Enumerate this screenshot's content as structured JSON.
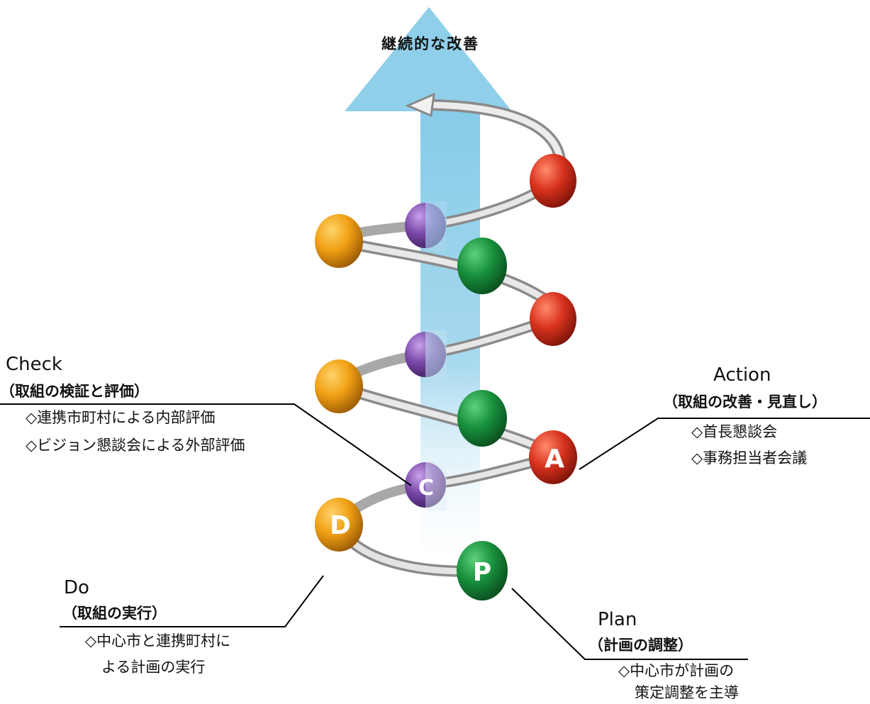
{
  "title": "継続的な改善",
  "check": {
    "heading": "Check",
    "subtitle": "（取組の検証と評価）",
    "items": [
      "◇連携市町村による内部評価",
      "◇ビジョン懇談会による外部評価"
    ]
  },
  "action": {
    "heading": "Action",
    "subtitle": "（取組の改善・見直し）",
    "items": [
      "◇首長懇談会",
      "◇事務担当者会議"
    ]
  },
  "do": {
    "heading": "Do",
    "subtitle": "（取組の実行）",
    "items": [
      "◇中心市と連携町村に",
      "よる計画の実行"
    ]
  },
  "plan": {
    "heading": "Plan",
    "subtitle": "（計画の調整）",
    "items": [
      "◇中心市が計画の",
      "策定調整を主導"
    ]
  },
  "balls": {
    "P": "P",
    "D": "D",
    "C": "C",
    "A": "A"
  },
  "colors": {
    "arrow": "#8ed0ea",
    "plan": "#1a8a3a",
    "do": "#f0a014",
    "check": "#7a4aa8",
    "action": "#d8321e",
    "tube": "#c8c8c8"
  }
}
